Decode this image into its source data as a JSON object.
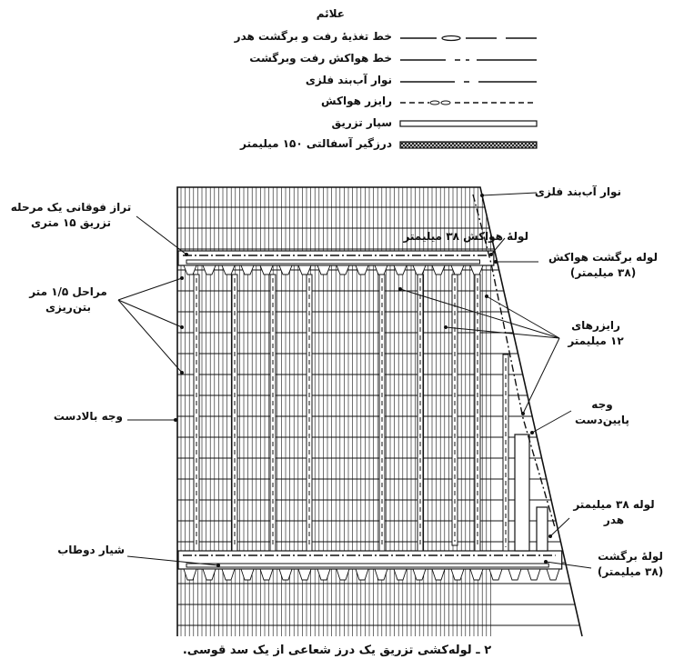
{
  "legend": {
    "title": "علائم",
    "items": [
      {
        "label": "خط تغذیهٔ رفت و برگشت هدر",
        "style": "dash-dot-ellipse"
      },
      {
        "label": "خط هواکش رفت وبرگشت",
        "style": "long-dash-dot"
      },
      {
        "label": "نوار آب‌بند فلزی",
        "style": "dash-dot"
      },
      {
        "label": "رایزر هواکش",
        "style": "short-dash-ellipse"
      },
      {
        "label": "سپار تزریق",
        "style": "double-bar"
      },
      {
        "label": "درزگیر آسفالتی ۱۵۰ میلیمتر",
        "style": "hatched-bar"
      }
    ]
  },
  "labels": {
    "metal_waterstop": "نوار آب‌بند فلزی",
    "top_level_1": "تراز فوقانی یک مرحله",
    "top_level_2": "تزریق ۱۵ متری",
    "vent_pipe": "لولهٔ هواکش ۳۸ میلیمتر",
    "vent_return_1": "لوله برگشت هواکش",
    "vent_return_2": "(۳۸ میلیمتر)",
    "stages_1": "مراحل ۱/۵ متر",
    "stages_2": "بتن‌ریزی",
    "risers_1": "رایزرهای",
    "risers_2": "۱۲ میلیمتر",
    "upstream_face": "وجه بالادست",
    "downstream_1": "وجه",
    "downstream_2": "پایین‌دست",
    "header_pipe_1": "لوله ۳۸ میلیمتر",
    "header_pipe_2": "هدر",
    "dovetail_groove": "شیار دوطاب",
    "return_pipe_1": "لولهٔ برگشت",
    "return_pipe_2": "(۳۸ میلیمتر)"
  },
  "caption": "۲ ـ لوله‌کشی تزریق یک درز شعاعی از یک سد قوسی.",
  "colors": {
    "ink": "#111111",
    "background": "#ffffff"
  }
}
